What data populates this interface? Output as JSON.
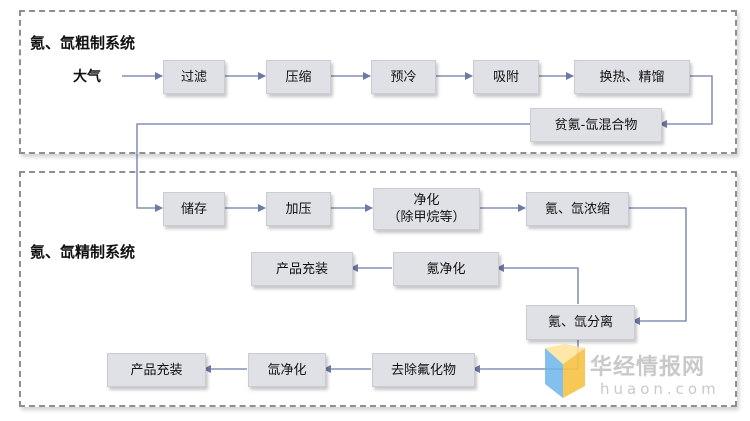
{
  "sections": {
    "crude": {
      "title": "氪、氙粗制系统"
    },
    "refine": {
      "title": "氪、氙精制系统"
    }
  },
  "source_label": "大气",
  "nodes": {
    "filter": "过滤",
    "compress": "压缩",
    "precool": "预冷",
    "adsorb": "吸附",
    "heat_exchange": "换热、精馏",
    "lean_mix": "贫氪-氙混合物",
    "storage": "储存",
    "pressurize": "加压",
    "purify_line1": "净化",
    "purify_line2": "（除甲烷等）",
    "concentrate": "氪、氙浓缩",
    "separate": "氪、氙分离",
    "kr_purify": "氪净化",
    "kr_pack": "产品充装",
    "defluoride": "去除氟化物",
    "xe_purify": "氙净化",
    "xe_pack": "产品充装"
  },
  "watermark": {
    "cn": "华经情报网",
    "en": "huaon.com"
  },
  "colors": {
    "arrow": "#6d7aa6",
    "box": "#dfe1e6",
    "border": "#8a9096"
  }
}
